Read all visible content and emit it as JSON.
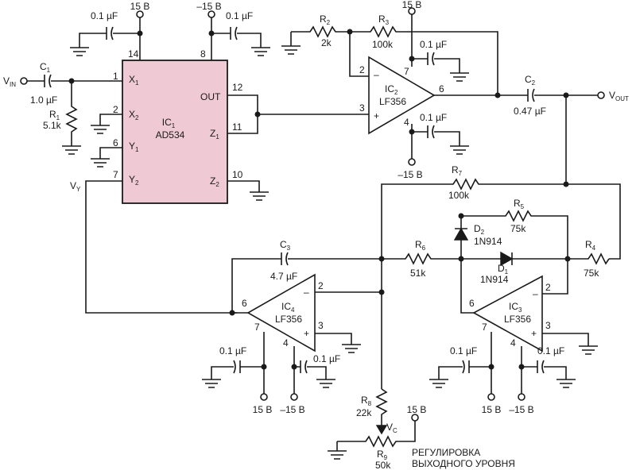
{
  "ic1": {
    "name": "IC",
    "sub": "1",
    "part": "AD534",
    "pins": {
      "p14": "14",
      "p8": "8",
      "p1": "1",
      "p2": "2",
      "p6": "6",
      "p7": "7",
      "p12": "12",
      "p11": "11",
      "p10": "10"
    },
    "inputs": [
      {
        "t": "X",
        "s": "1"
      },
      {
        "t": "X",
        "s": "2"
      },
      {
        "t": "Y",
        "s": "1"
      },
      {
        "t": "Y",
        "s": "2"
      }
    ],
    "outputs": [
      {
        "t": "OUT",
        "s": ""
      },
      {
        "t": "Z",
        "s": "1"
      },
      {
        "t": "Z",
        "s": "2"
      }
    ]
  },
  "ic2": {
    "name": "IC",
    "sub": "2",
    "part": "LF356",
    "pins": {
      "p2": "2",
      "p3": "3",
      "p6": "6",
      "p7": "7",
      "p4": "4"
    }
  },
  "ic3": {
    "name": "IC",
    "sub": "3",
    "part": "LF356",
    "pins": {
      "p2": "2",
      "p3": "3",
      "p6": "6",
      "p7": "7",
      "p4": "4"
    }
  },
  "ic4": {
    "name": "IC",
    "sub": "4",
    "part": "LF356",
    "pins": {
      "p2": "2",
      "p3": "3",
      "p6": "6",
      "p7": "7",
      "p4": "4"
    }
  },
  "supplies": {
    "pos": "15 В",
    "neg": "–15 В"
  },
  "components": {
    "c1": {
      "n": "C",
      "s": "1",
      "v": "1.0 µF"
    },
    "r1": {
      "n": "R",
      "s": "1",
      "v": "5.1k"
    },
    "r2": {
      "n": "R",
      "s": "2",
      "v": "2k"
    },
    "r3": {
      "n": "R",
      "s": "3",
      "v": "100k"
    },
    "c2": {
      "n": "C",
      "s": "2",
      "v": "0.47 µF"
    },
    "r7": {
      "n": "R",
      "s": "7",
      "v": "100k"
    },
    "r5": {
      "n": "R",
      "s": "5",
      "v": "75k"
    },
    "d2": {
      "n": "D",
      "s": "2",
      "v": "1N914"
    },
    "d1": {
      "n": "D",
      "s": "1",
      "v": "1N914"
    },
    "r6": {
      "n": "R",
      "s": "6",
      "v": "51k"
    },
    "r4": {
      "n": "R",
      "s": "4",
      "v": "75k"
    },
    "c3": {
      "n": "C",
      "s": "3",
      "v": "4.7 µF"
    },
    "r8": {
      "n": "R",
      "s": "8",
      "v": "22k"
    },
    "r9": {
      "n": "R",
      "s": "9",
      "v": "50k"
    }
  },
  "bypass": "0.1 µF",
  "signals": {
    "vin": {
      "t": "V",
      "s": "IN"
    },
    "vout": {
      "t": "V",
      "s": "OUT"
    },
    "vy": {
      "t": "V",
      "s": "Y"
    },
    "vc": {
      "t": "V",
      "s": "C"
    }
  },
  "caption": {
    "line1": "РЕГУЛИРОВКА",
    "line2": "ВЫХОДНОГО УРОВНЯ"
  },
  "colors": {
    "ic_fill": "#efc9d3",
    "line": "#1a1a1a"
  }
}
